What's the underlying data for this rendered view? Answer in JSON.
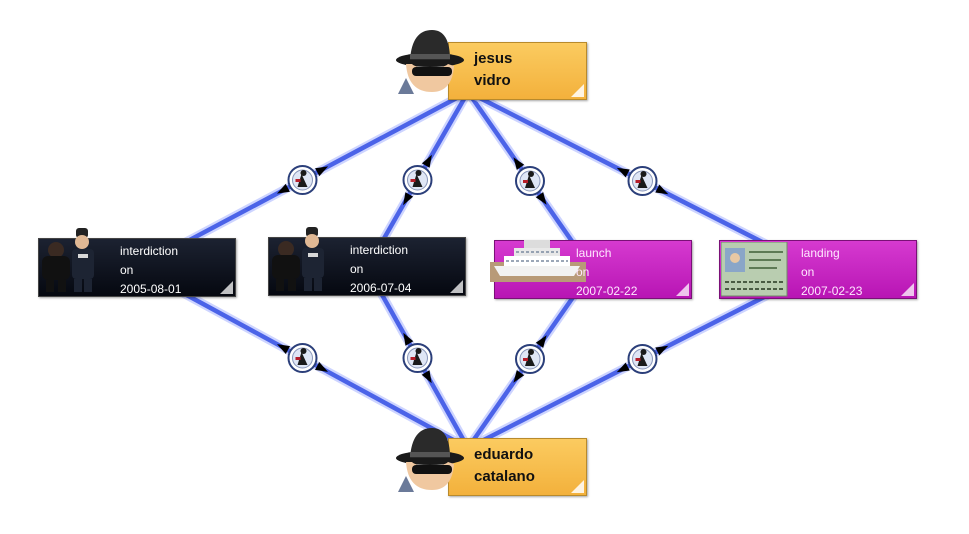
{
  "nodes": {
    "jesus_vidro": {
      "line1": "jesus",
      "line2": "vidro",
      "color": "#f5bd4a",
      "icon": "spy-icon"
    },
    "eduardo_catalano": {
      "line1": "eduardo",
      "line2": "catalano",
      "color": "#f5bd4a",
      "icon": "spy-icon"
    },
    "event_1": {
      "line1": "interdiction",
      "line2": "on",
      "line3": "2005-08-01",
      "color": "#0a0e18",
      "icon": "police-arrest-icon"
    },
    "event_2": {
      "line1": "interdiction",
      "line2": "on",
      "line3": "2006-07-04",
      "color": "#0a0e18",
      "icon": "police-arrest-icon"
    },
    "event_3": {
      "line1": "launch",
      "line2": "on",
      "line3": "2007-02-22",
      "color": "#c722c2",
      "icon": "cruise-ship-icon"
    },
    "event_4": {
      "line1": "landing",
      "line2": "on",
      "line3": "2007-02-23",
      "color": "#c722c2",
      "icon": "passport-visa-icon"
    }
  },
  "edges": [
    {
      "from": "jesus_vidro",
      "to": "event_1"
    },
    {
      "from": "jesus_vidro",
      "to": "event_2"
    },
    {
      "from": "jesus_vidro",
      "to": "event_3"
    },
    {
      "from": "jesus_vidro",
      "to": "event_4"
    },
    {
      "from": "eduardo_catalano",
      "to": "event_1"
    },
    {
      "from": "eduardo_catalano",
      "to": "event_2"
    },
    {
      "from": "eduardo_catalano",
      "to": "event_3"
    },
    {
      "from": "eduardo_catalano",
      "to": "event_4"
    }
  ],
  "edge_color": "#4b63e8",
  "edge_icon": "link-badge-icon"
}
